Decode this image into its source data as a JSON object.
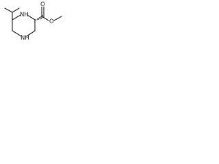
{
  "structure": {
    "atoms": {
      "ring_nh_top": "NH",
      "ring_nh_bottom": "NH",
      "carbonyl_oxygen": "O",
      "ester_oxygen": "O"
    }
  },
  "colors": {
    "bond": "#1a1a1a",
    "background": "#ffffff"
  }
}
